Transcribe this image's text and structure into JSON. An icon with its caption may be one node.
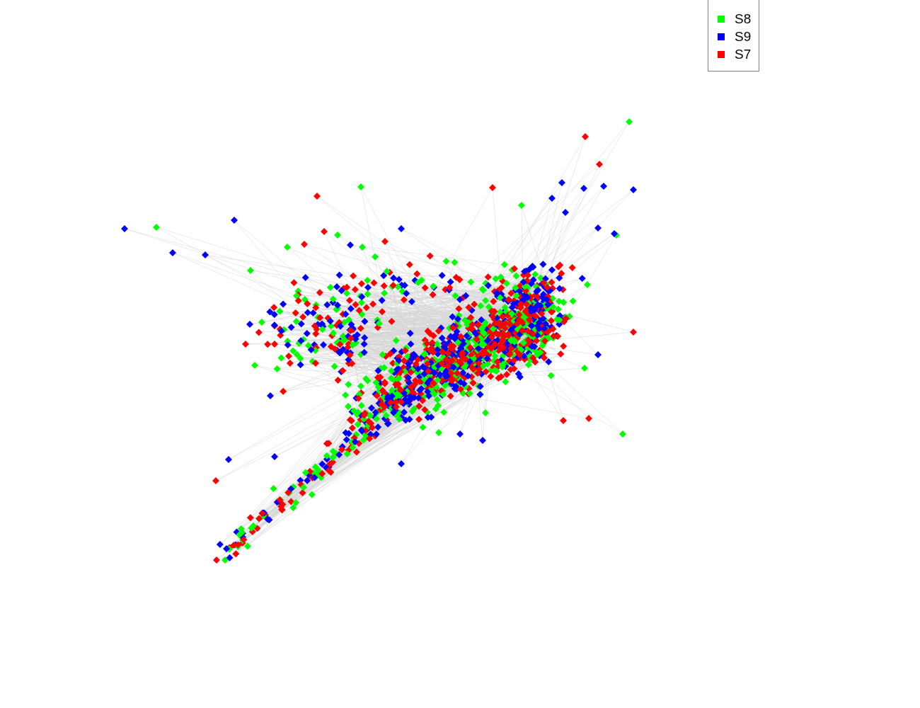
{
  "diagram": {
    "legend": [
      {
        "text": "S8",
        "color": "#00ff00"
      },
      {
        "text": "S9",
        "color": "#0000ff"
      },
      {
        "text": "S7",
        "color": "#ff0000"
      }
    ]
  }
}
